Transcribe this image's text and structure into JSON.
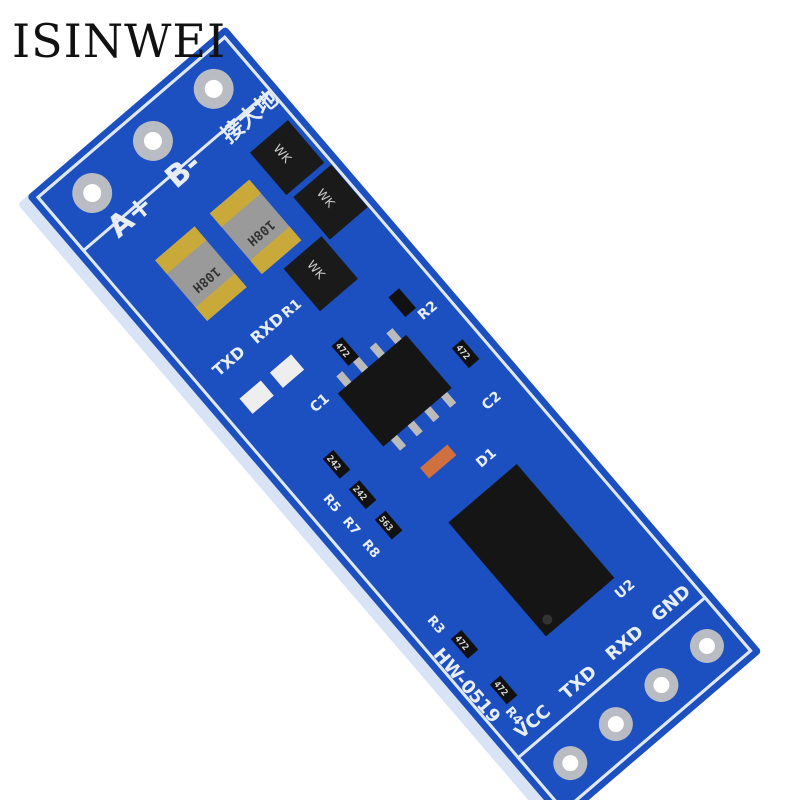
{
  "brand": "ISINWEI",
  "board": {
    "color": "#1c4fc0",
    "input_header": [
      "A+",
      "B-"
    ],
    "output_header": [
      "GND",
      "RXD",
      "TXD",
      "VCC"
    ],
    "model": "HW-0519",
    "silkscreen": {
      "txd": "TXD",
      "rxd": "RXD",
      "r1": "R1",
      "r2": "R2",
      "r3": "R3",
      "r4": "R4",
      "r5": "R5",
      "r7": "R7",
      "r8": "R8",
      "c1": "C1",
      "c2": "C2",
      "d1": "D1",
      "u2": "U2",
      "chinese": "接大地"
    },
    "diode_marking": "WK",
    "fuse_marking": "108H",
    "resistor_markings": [
      "472",
      "472",
      "242",
      "242",
      "563",
      "472",
      "472"
    ]
  }
}
